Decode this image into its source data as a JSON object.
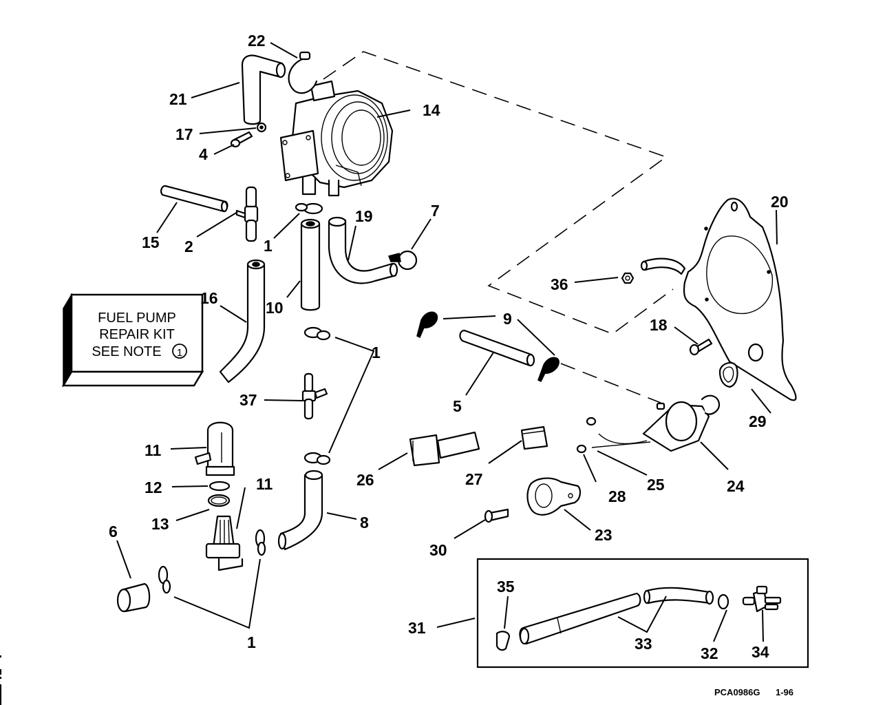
{
  "diagram": {
    "title": "Fuel Pump Assembly - Exploded Parts View",
    "kit_box": {
      "line1": "FUEL PUMP",
      "line2": "REPAIR KIT",
      "line3": "SEE NOTE",
      "note_number": "1"
    },
    "footer": {
      "code": "PCA0986G",
      "date": "1-96"
    },
    "callouts": [
      {
        "id": "c22",
        "label": "22",
        "part": "clamp"
      },
      {
        "id": "c21",
        "label": "21",
        "part": "elbow-hose"
      },
      {
        "id": "c14",
        "label": "14",
        "part": "fuel-pump"
      },
      {
        "id": "c17",
        "label": "17",
        "part": "washer"
      },
      {
        "id": "c4",
        "label": "4",
        "part": "screw"
      },
      {
        "id": "c15",
        "label": "15",
        "part": "hose"
      },
      {
        "id": "c2",
        "label": "2",
        "part": "tee-fitting"
      },
      {
        "id": "c1a",
        "label": "1",
        "part": "clamp"
      },
      {
        "id": "c19",
        "label": "19",
        "part": "formed-hose"
      },
      {
        "id": "c7",
        "label": "7",
        "part": "clamp"
      },
      {
        "id": "c20",
        "label": "20",
        "part": "gasket-plate"
      },
      {
        "id": "c16",
        "label": "16",
        "part": "formed-hose"
      },
      {
        "id": "c10",
        "label": "10",
        "part": "hose"
      },
      {
        "id": "c36",
        "label": "36",
        "part": "nut"
      },
      {
        "id": "c9",
        "label": "9",
        "part": "clamp"
      },
      {
        "id": "c18",
        "label": "18",
        "part": "bolt"
      },
      {
        "id": "c1b",
        "label": "1",
        "part": "clamp"
      },
      {
        "id": "c5",
        "label": "5",
        "part": "hose"
      },
      {
        "id": "c29",
        "label": "29",
        "part": "grommet"
      },
      {
        "id": "c37",
        "label": "37",
        "part": "tee-fitting"
      },
      {
        "id": "c11a",
        "label": "11",
        "part": "filter-cup"
      },
      {
        "id": "c26",
        "label": "26",
        "part": "connector"
      },
      {
        "id": "c27",
        "label": "27",
        "part": "connector"
      },
      {
        "id": "c28",
        "label": "28",
        "part": "nut"
      },
      {
        "id": "c25",
        "label": "25",
        "part": "wire"
      },
      {
        "id": "c24",
        "label": "24",
        "part": "primer-solenoid"
      },
      {
        "id": "c12",
        "label": "12",
        "part": "o-ring"
      },
      {
        "id": "c11b",
        "label": "11",
        "part": "filter"
      },
      {
        "id": "c13",
        "label": "13",
        "part": "gasket"
      },
      {
        "id": "c8",
        "label": "8",
        "part": "formed-hose"
      },
      {
        "id": "c23",
        "label": "23",
        "part": "bracket"
      },
      {
        "id": "c6",
        "label": "6",
        "part": "plug"
      },
      {
        "id": "c30",
        "label": "30",
        "part": "screw"
      },
      {
        "id": "c35",
        "label": "35",
        "part": "clip"
      },
      {
        "id": "c31",
        "label": "31",
        "part": "fuel-line-kit"
      },
      {
        "id": "c33",
        "label": "33",
        "part": "hose"
      },
      {
        "id": "c32",
        "label": "32",
        "part": "clamp"
      },
      {
        "id": "c34",
        "label": "34",
        "part": "connector"
      },
      {
        "id": "c1c",
        "label": "1",
        "part": "clamp"
      }
    ]
  }
}
